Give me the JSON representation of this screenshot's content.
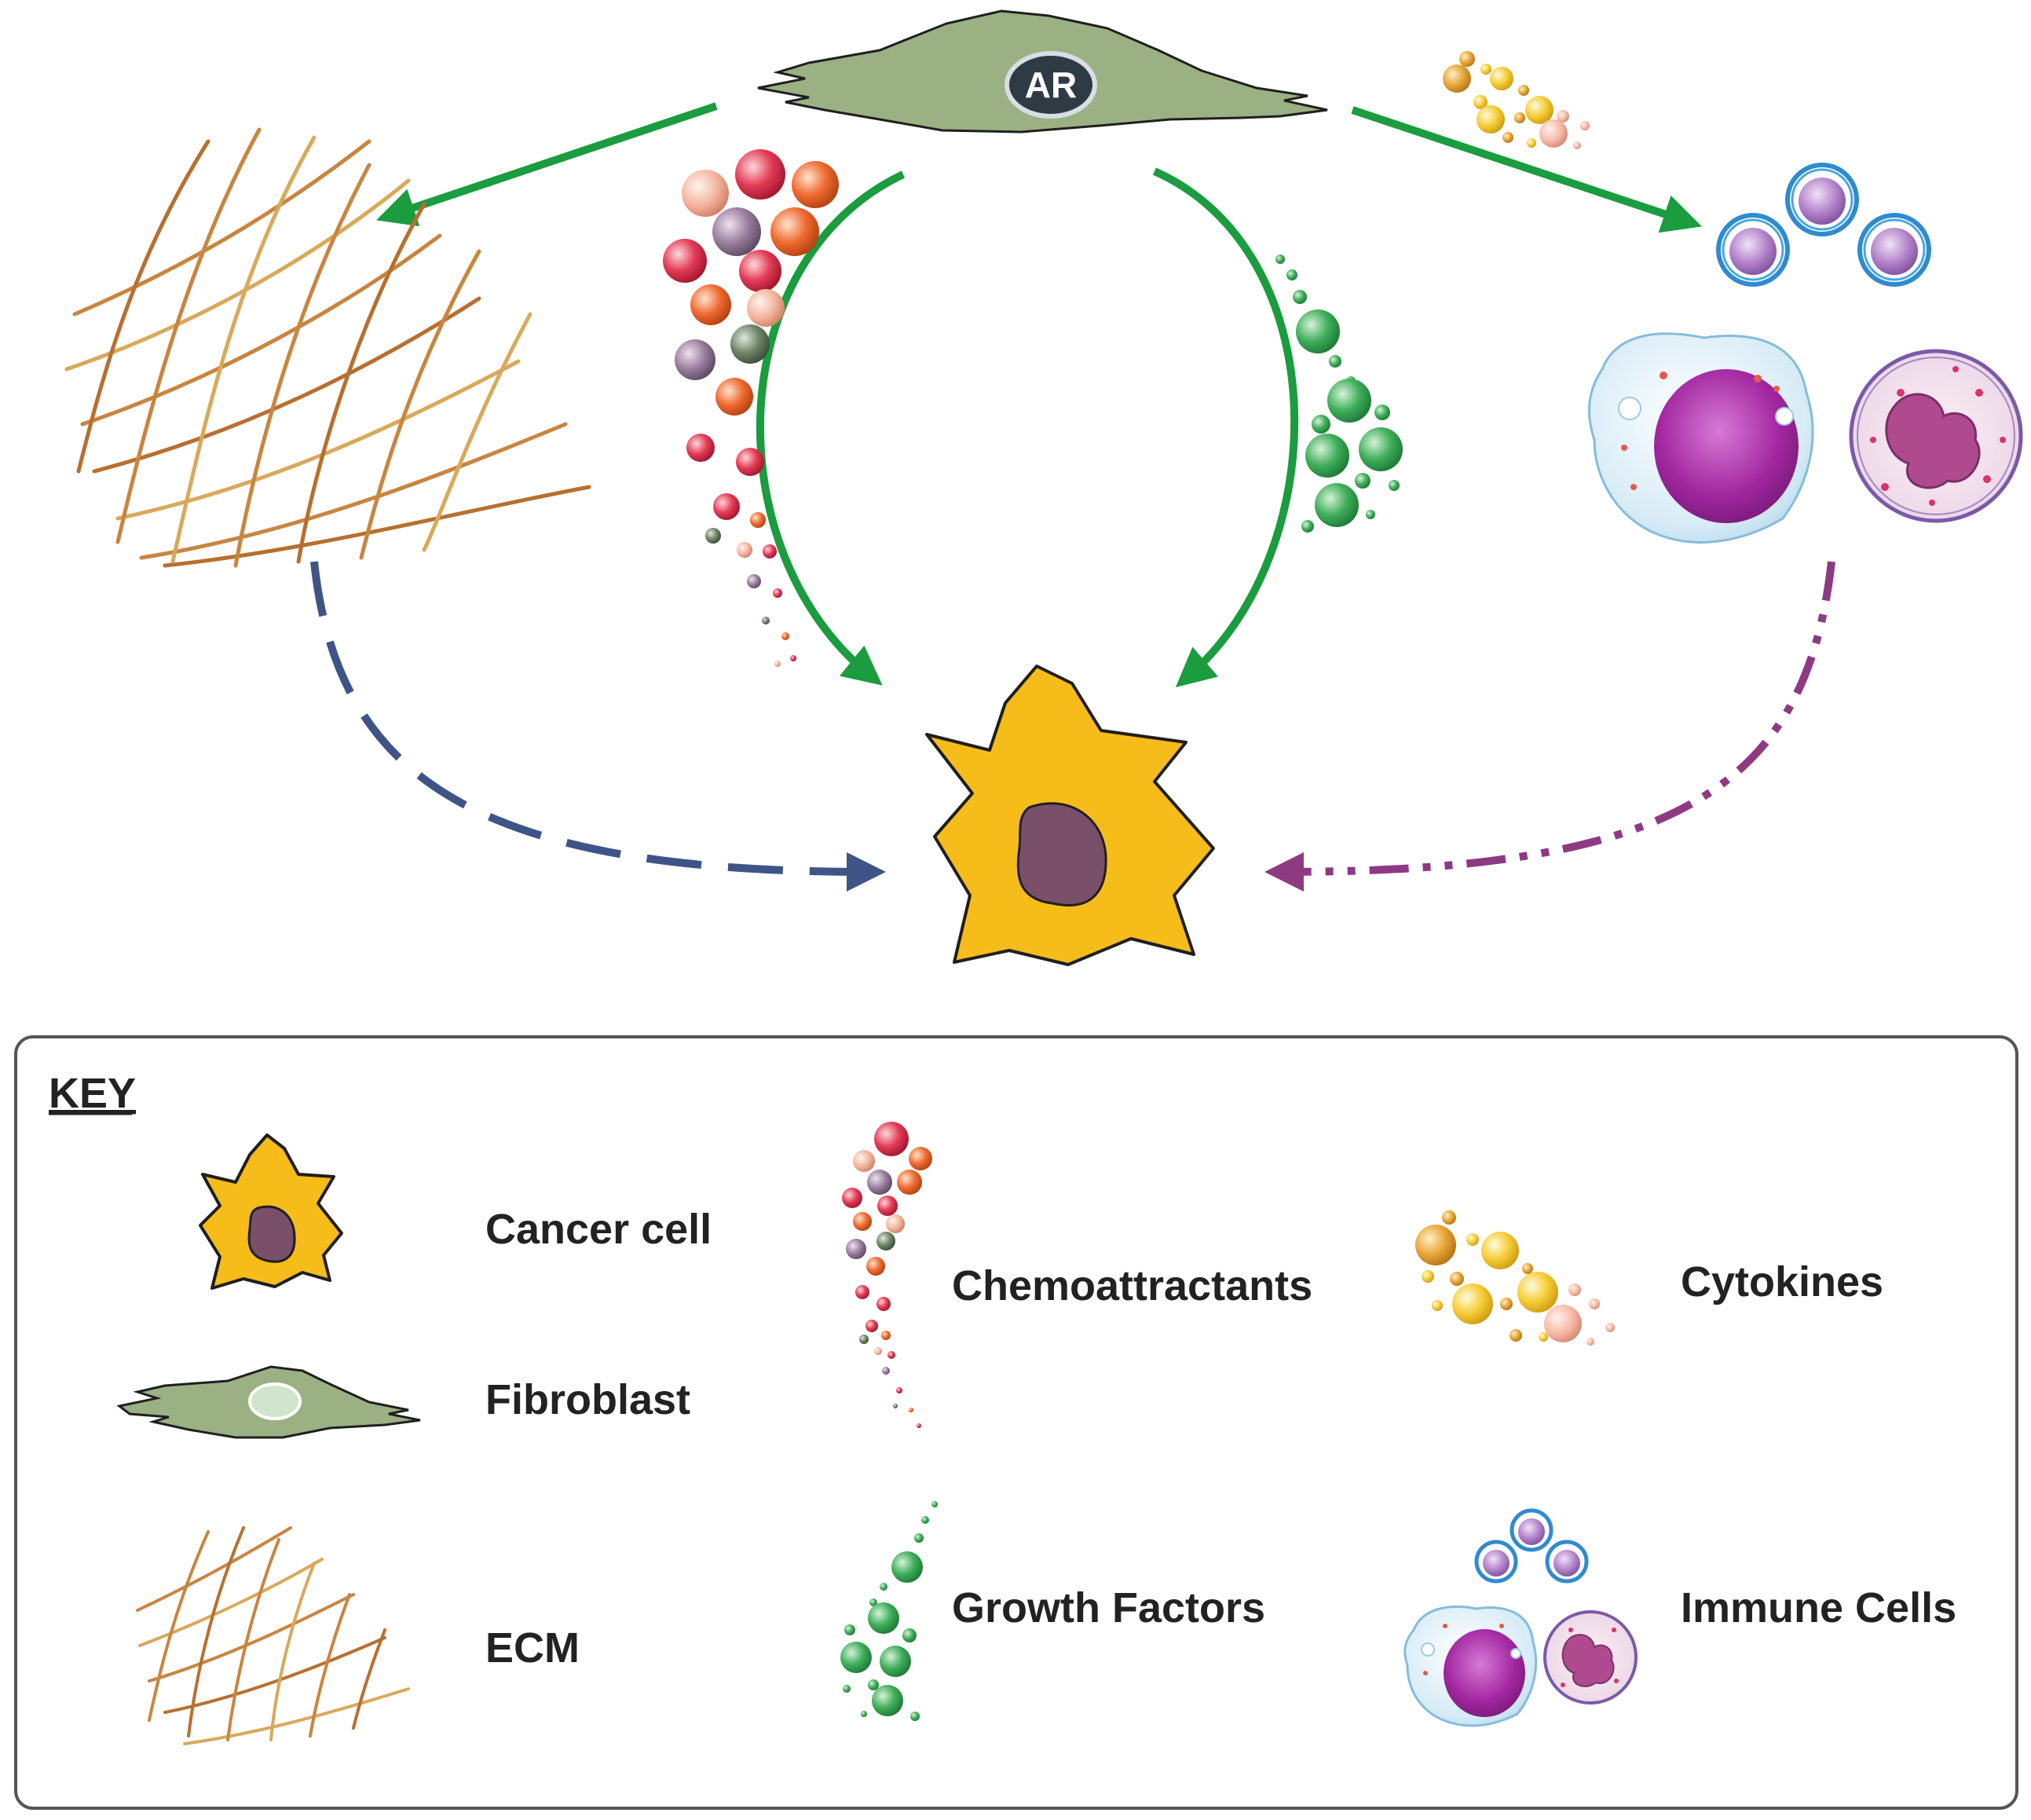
{
  "fibroblast_label": "AR",
  "key": {
    "title": "KEY",
    "items": {
      "cancer_cell": "Cancer cell",
      "fibroblast": "Fibroblast",
      "ecm": "ECM",
      "chemoattractants": "Chemoattractants",
      "growth_factors": "Growth Factors",
      "cytokines": "Cytokines",
      "immune_cells": "Immune Cells"
    }
  },
  "colors": {
    "fibroblast_fill": "#9bb183",
    "cancer_fill": "#f6bd1a",
    "nucleus": "#7a4f6a",
    "green_arrow": "#1a9c3f",
    "blue_dash": "#3f5486",
    "purple_dash": "#8e3a82",
    "ecm_fiber": "#c9853f",
    "growth_factor": "#3fae5a",
    "cytokine": "#f3c634",
    "lymphocyte_ring": "#2f8bd0",
    "lymphocyte_core": "#a884c6",
    "macrophage": "#cfe6f3",
    "neutrophil_ring": "#7a5aa8",
    "key_border": "#555555"
  },
  "icons": [
    "fibroblast-icon",
    "cancer-cell-icon",
    "ecm-mesh-icon",
    "chemoattractant-cluster-icon",
    "growth-factor-cluster-icon",
    "cytokine-cluster-icon",
    "immune-cells-icon"
  ]
}
